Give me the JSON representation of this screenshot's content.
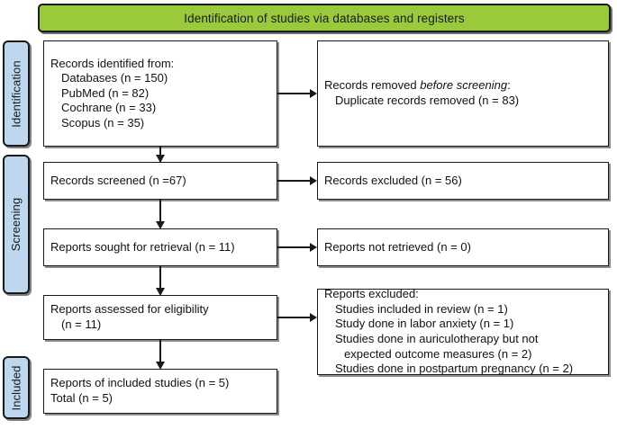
{
  "banner": {
    "title": "Identification of studies via databases and registers"
  },
  "stages": [
    {
      "key": "identification",
      "label": "Identification"
    },
    {
      "key": "screening",
      "label": "Screening"
    },
    {
      "key": "included",
      "label": "Included"
    }
  ],
  "boxes": {
    "records_identified": {
      "lines": [
        "Records identified from:",
        "Databases (n = 150)",
        "PubMed (n = 82)",
        "Cochrane (n = 33)",
        "Scopus (n = 35)"
      ]
    },
    "records_removed": {
      "line1_pre": "Records removed ",
      "line1_em": "before screening",
      "line1_post": ":",
      "line2": "Duplicate records removed (n = 83)"
    },
    "records_screened": {
      "line1": "Records screened (n =67)"
    },
    "records_excluded": {
      "line1": "Records excluded (n = 56)"
    },
    "reports_sought": {
      "line1": "Reports sought for retrieval (n = 11)"
    },
    "reports_not_retrieved": {
      "line1": "Reports not retrieved (n = 0)"
    },
    "reports_assessed": {
      "line1": "Reports assessed for eligibility",
      "line2": "(n = 11)"
    },
    "reports_excluded": {
      "heading": "Reports excluded:",
      "reasons": [
        "Studies included in review (n = 1)",
        "Study done in labor anxiety (n = 1)",
        "Studies done in auriculotherapy but not",
        "expected outcome measures (n = 2)",
        "Studies done in postpartum pregnancy (n = 2)"
      ]
    },
    "reports_included": {
      "line1": "Reports of included studies (n = 5)",
      "line2": "Total (n = 5)"
    }
  },
  "colors": {
    "banner_fill": "#9ACA3C",
    "stage_fill": "#BDD7EE",
    "stroke": "#1a1a1a",
    "box_fill": "#ffffff"
  }
}
